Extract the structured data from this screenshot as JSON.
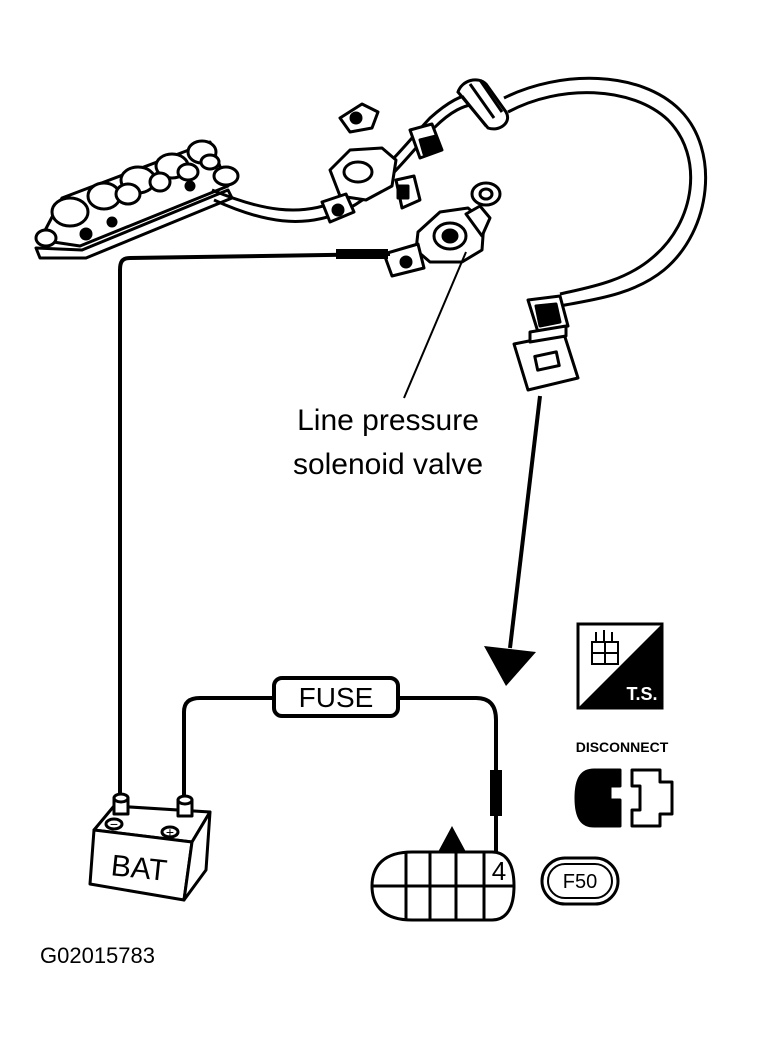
{
  "callout": {
    "line1": "Line pressure",
    "line2": "solenoid valve"
  },
  "fuse_label": "FUSE",
  "battery_label": "BAT",
  "battery_terminals": {
    "negative": "−",
    "positive": "+"
  },
  "connector_pin": "4",
  "badge_ts": "T.S.",
  "badge_disconnect": "DISCONNECT",
  "badge_connector_id": "F50",
  "figure_id": "G02015783",
  "colors": {
    "ink": "#000000",
    "paper": "#ffffff"
  }
}
